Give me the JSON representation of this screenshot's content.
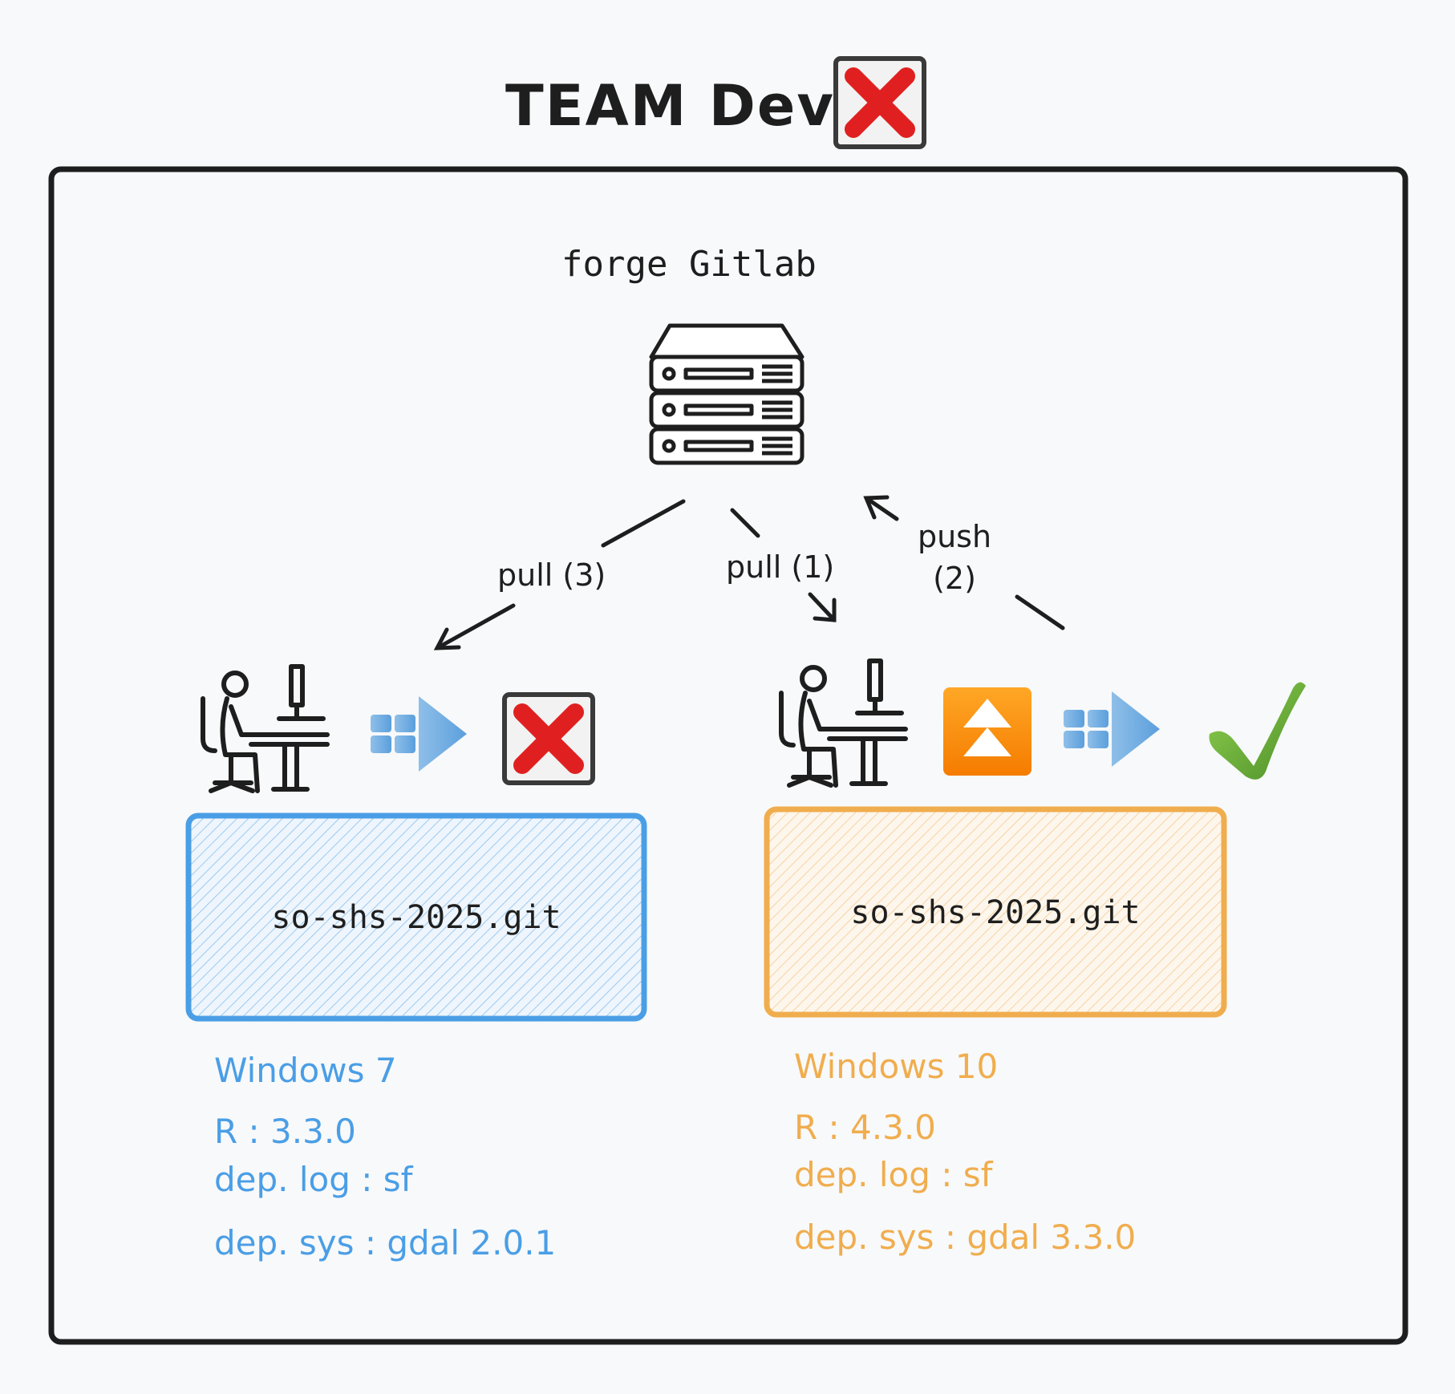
{
  "title": "TEAM Dev",
  "server": {
    "label": "forge Gitlab"
  },
  "edges": {
    "pull_3": "pull (3)",
    "pull_1": "pull (1)",
    "push_2_line1": "push",
    "push_2_line2": "(2)"
  },
  "left_dev": {
    "repo": "so-shs-2025.git",
    "os": "Windows 7",
    "r": "R : 3.3.0",
    "dep_log": "dep. log : sf",
    "dep_sys": "dep. sys : gdal 2.0.1",
    "status_icon": "cross-mark-icon",
    "color": "#4a9ee6"
  },
  "right_dev": {
    "repo": "so-shs-2025.git",
    "os": "Windows 10",
    "r": "R : 4.3.0",
    "dep_log": "dep. log : sf",
    "dep_sys": "dep. sys : gdal 3.3.0",
    "status_icon": "check-mark-icon",
    "upgrade_icon": "double-up-arrow-icon",
    "color": "#f0ad4e"
  },
  "colors": {
    "stroke": "#1e1e1e",
    "blue": "#4a9ee6",
    "orange": "#f0ad4e",
    "red": "#e02020",
    "green": "#6aa83a"
  }
}
